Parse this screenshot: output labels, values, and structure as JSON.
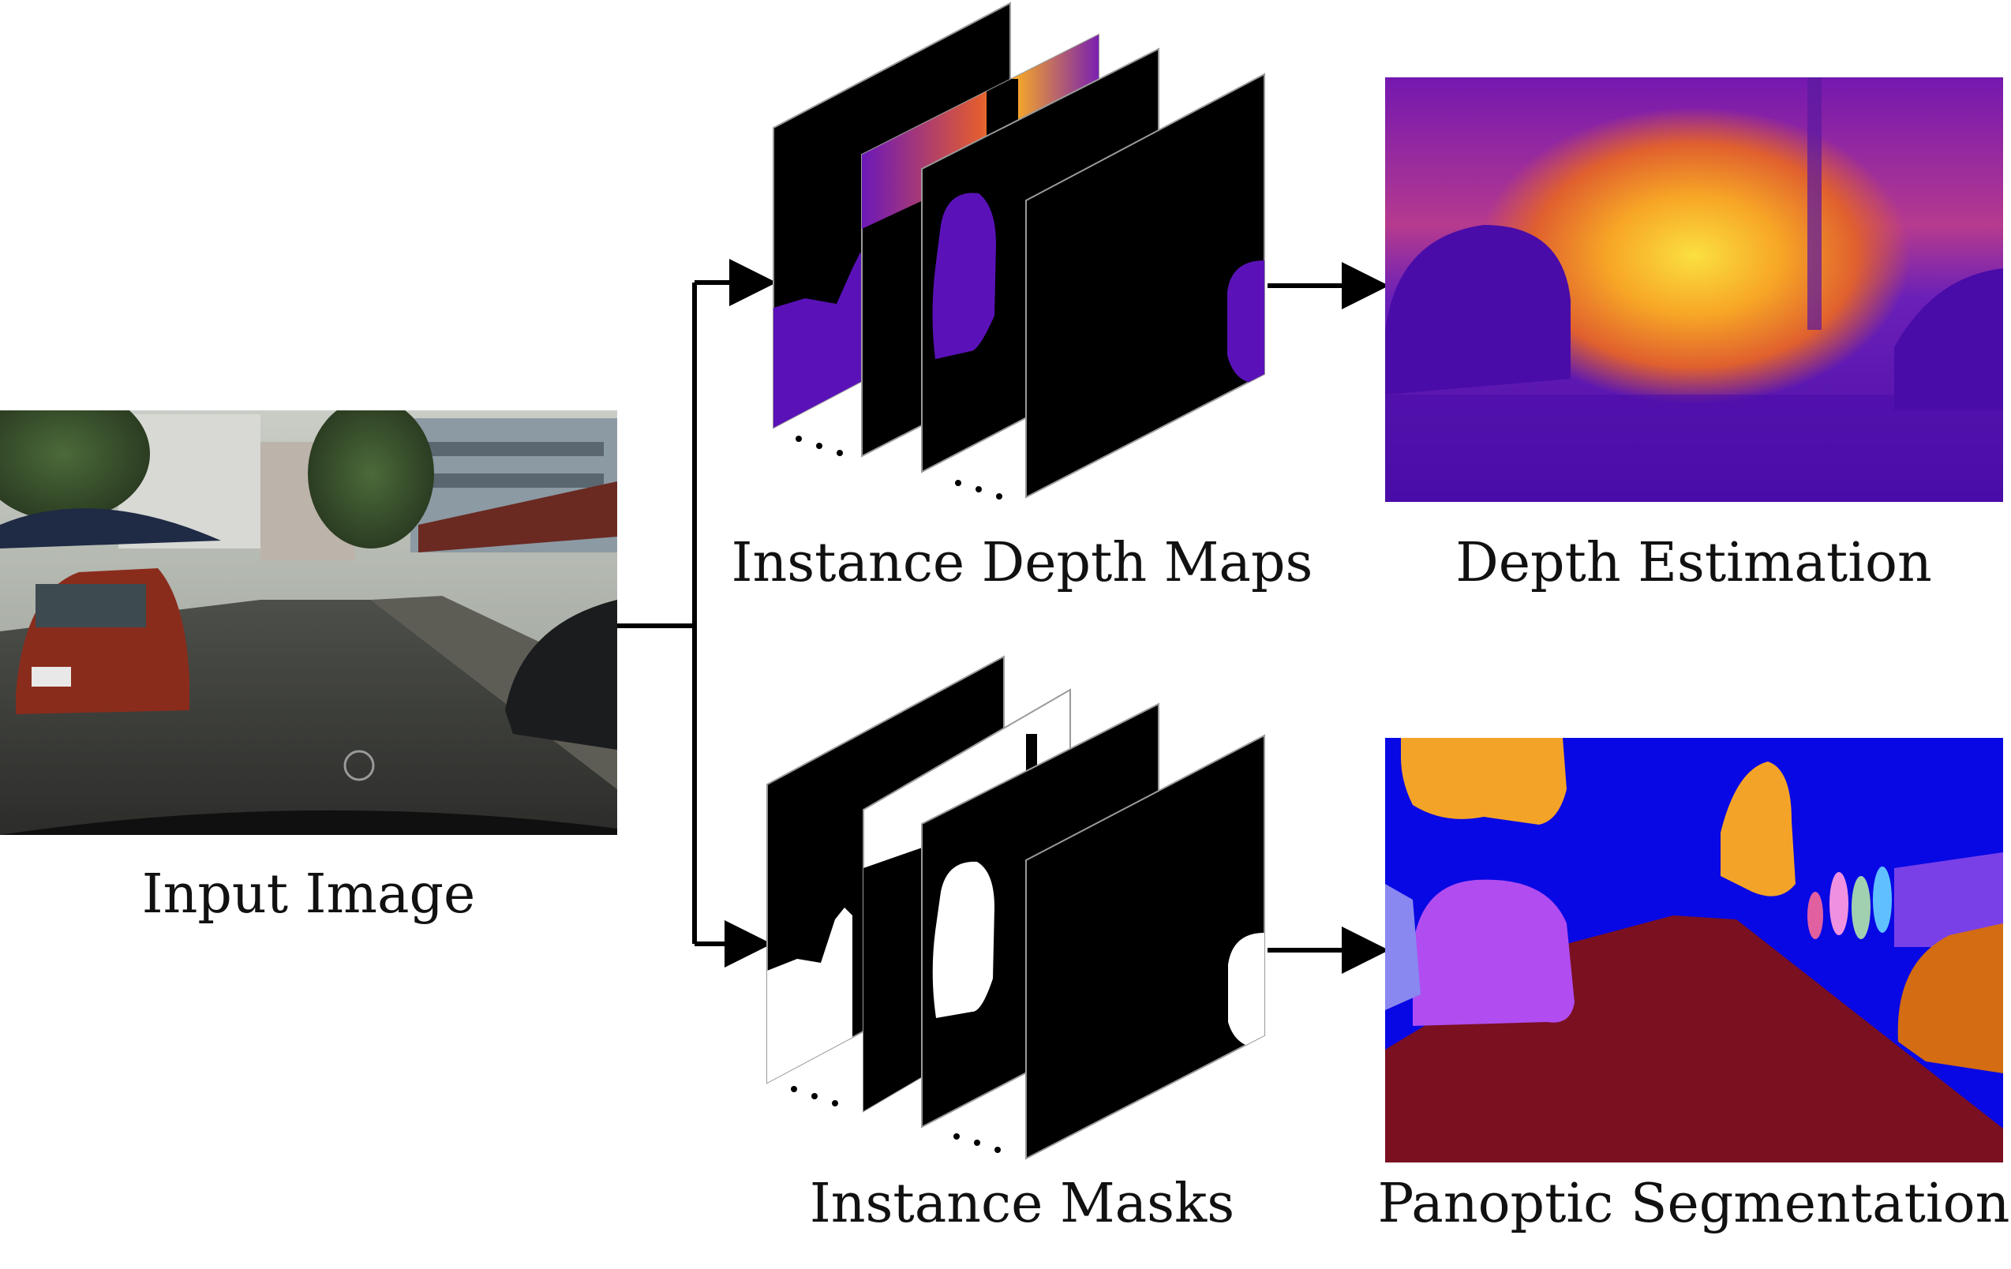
{
  "figure": {
    "captions": {
      "input": "Input Image",
      "depth_maps": "Instance Depth Maps",
      "depth_estimation": "Depth Estimation",
      "masks": "Instance Masks",
      "panoptic": "Panoptic Segmentation"
    },
    "colors": {
      "arrow": "#000000",
      "plane_fill": "#000000",
      "plane_edge": "#9a9a9a",
      "mask_white": "#ffffff",
      "depth_purple": "#5b10b8",
      "depth_orange": "#f59a1e",
      "depth_yellow": "#f7d238",
      "seg_blue": "#0808e4",
      "seg_road": "#7a1020",
      "seg_orange": "#f3a428",
      "seg_car_violet": "#b04cf0"
    }
  }
}
